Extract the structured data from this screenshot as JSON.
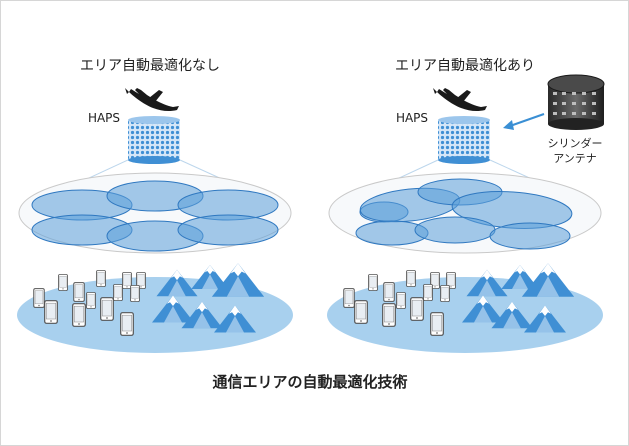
{
  "panels": {
    "left": {
      "title": "エリア自動最適化なし",
      "haps_label": "HAPS"
    },
    "right": {
      "title": "エリア自動最適化あり",
      "haps_label": "HAPS"
    }
  },
  "antenna": {
    "label_line1": "シリンダー",
    "label_line2": "アンテナ"
  },
  "caption": "通信エリアの自動最適化技術",
  "colors": {
    "cell_fill": "#5b9fd8",
    "cell_stroke": "#2f78c0",
    "ground": "#a8d0ee",
    "mountain": "#3f8fd4",
    "beam_line": "#bcd6ec",
    "disc_stroke": "#c9c9c9",
    "arrow": "#3a8fd4"
  },
  "icons": [
    "airplane-icon",
    "cylinder-antenna-icon",
    "smartphone-icon",
    "mountain-icon"
  ]
}
